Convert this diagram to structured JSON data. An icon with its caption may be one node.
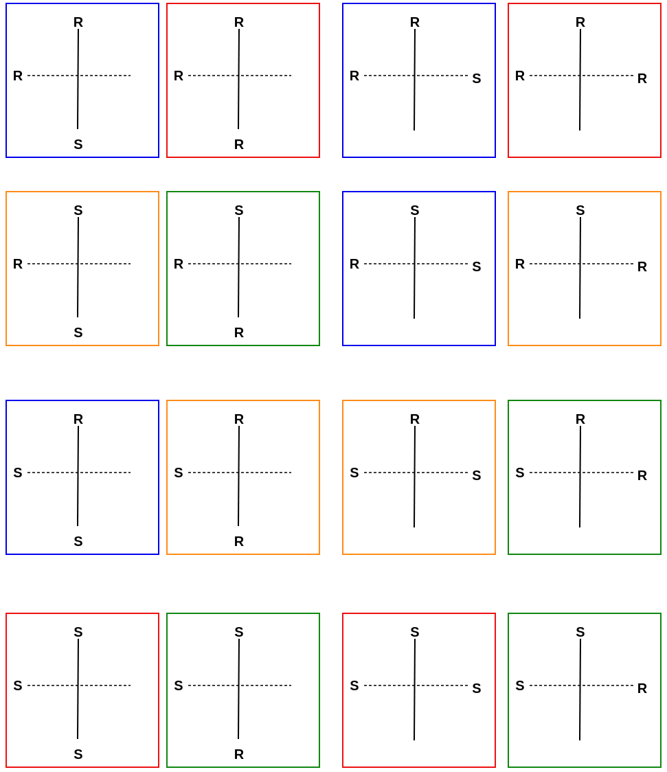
{
  "diagram": {
    "nodes": [
      {
        "text": [
          "R",
          "R",
          "S"
        ]
      },
      {
        "text": [
          "R",
          "R",
          "R"
        ]
      },
      {
        "text": [
          "R",
          "R",
          "S"
        ]
      },
      {
        "text": [
          "R",
          "R",
          "R"
        ]
      },
      {
        "text": [
          "S",
          "R",
          "S"
        ]
      },
      {
        "text": [
          "S",
          "R",
          "R"
        ]
      },
      {
        "text": [
          "S",
          "R",
          "S"
        ]
      },
      {
        "text": [
          "S",
          "R",
          "R"
        ]
      },
      {
        "text": [
          "R",
          "S",
          "S"
        ]
      },
      {
        "text": [
          "R",
          "S",
          "R"
        ]
      },
      {
        "text": [
          "R",
          "S",
          "S"
        ]
      },
      {
        "text": [
          "R",
          "S",
          "R"
        ]
      },
      {
        "text": [
          "S",
          "S",
          "S"
        ]
      },
      {
        "text": [
          "S",
          "S",
          "R"
        ]
      },
      {
        "text": [
          "S",
          "S",
          "S"
        ]
      },
      {
        "text": [
          "S",
          "S",
          "R"
        ]
      }
    ]
  }
}
